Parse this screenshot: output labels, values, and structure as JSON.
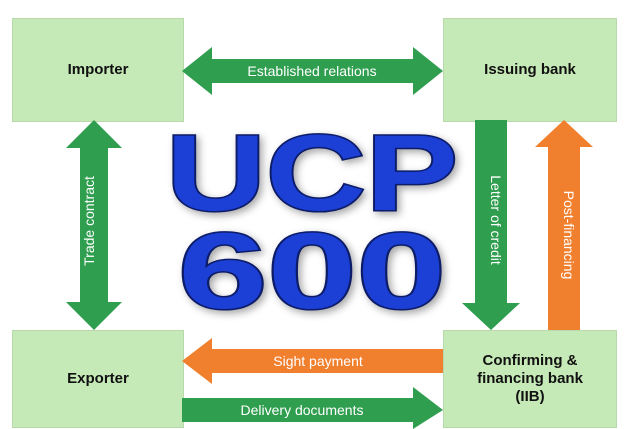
{
  "colors": {
    "box_fill": "#c6eab7",
    "green_arrow": "#2f9e4f",
    "orange_arrow": "#f07f2e",
    "title_fill": "#1a3fd6"
  },
  "boxes": {
    "importer": "Importer",
    "issuing_bank": "Issuing bank",
    "exporter": "Exporter",
    "confirming_bank_line1": "Confirming &",
    "confirming_bank_line2": "financing bank",
    "confirming_bank_line3": "(IIB)"
  },
  "arrows": {
    "established_relations": "Established relations",
    "trade_contract": "Trade contract",
    "letter_of_credit": "Letter of credit",
    "post_financing": "Post-financing",
    "sight_payment": "Sight payment",
    "delivery_documents": "Delivery documents"
  },
  "title": {
    "line1": "UCP",
    "line2": "600"
  }
}
